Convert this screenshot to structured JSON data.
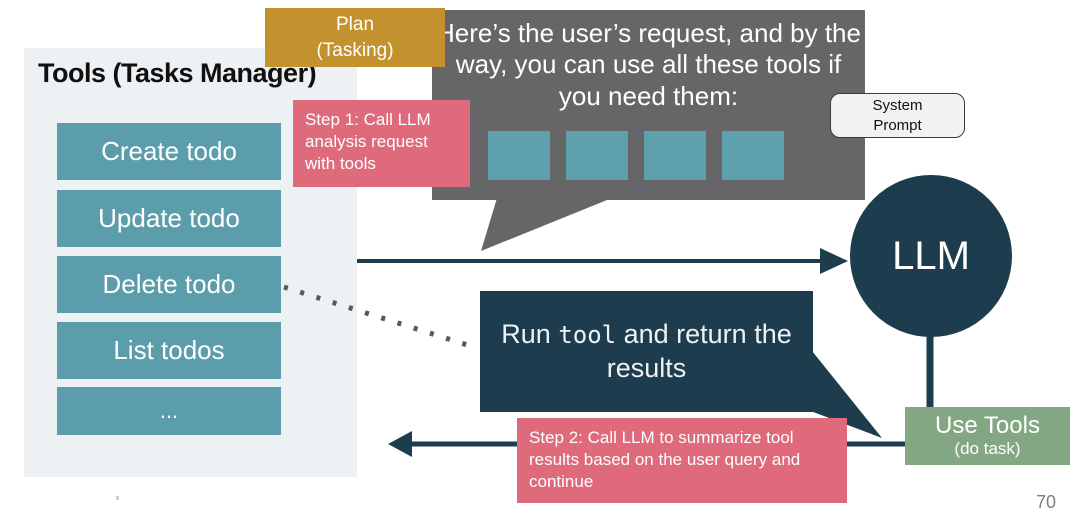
{
  "slide": {
    "page_number": "70"
  },
  "tools_panel": {
    "title": "Tools (Tasks Manager)",
    "buttons": [
      "Create todo",
      "Update todo",
      "Delete todo",
      "List todos",
      "..."
    ]
  },
  "plan_tag": {
    "line1": "Plan",
    "line2": "(Tasking)"
  },
  "prompt_bubble": {
    "text": "Here’s the user’s request, and by the way, you can use all these tools if you need them:",
    "tool_slots": 4
  },
  "system_prompt_tag": {
    "line1": "System",
    "line2": "Prompt"
  },
  "step1_note": {
    "text": "Step 1: Call LLM analysis request with tools"
  },
  "llm_node": {
    "label": "LLM"
  },
  "tool_result_bubble": {
    "pre": "Run ",
    "code": "tool",
    "post": " and return the results"
  },
  "step2_note": {
    "text": "Step 2: Call LLM to summarize tool results based on the user query and continue"
  },
  "use_tools_node": {
    "line1": "Use Tools",
    "line2": "(do task)"
  },
  "colors": {
    "teal_button": "#5b9dab",
    "teal_slot": "#5fa0ad",
    "gold": "#c3922e",
    "pink": "#df6a7b",
    "navy": "#1d3d4e",
    "gray_bubble": "#666668",
    "green": "#83a783",
    "panel_bg": "#edf1f4"
  }
}
